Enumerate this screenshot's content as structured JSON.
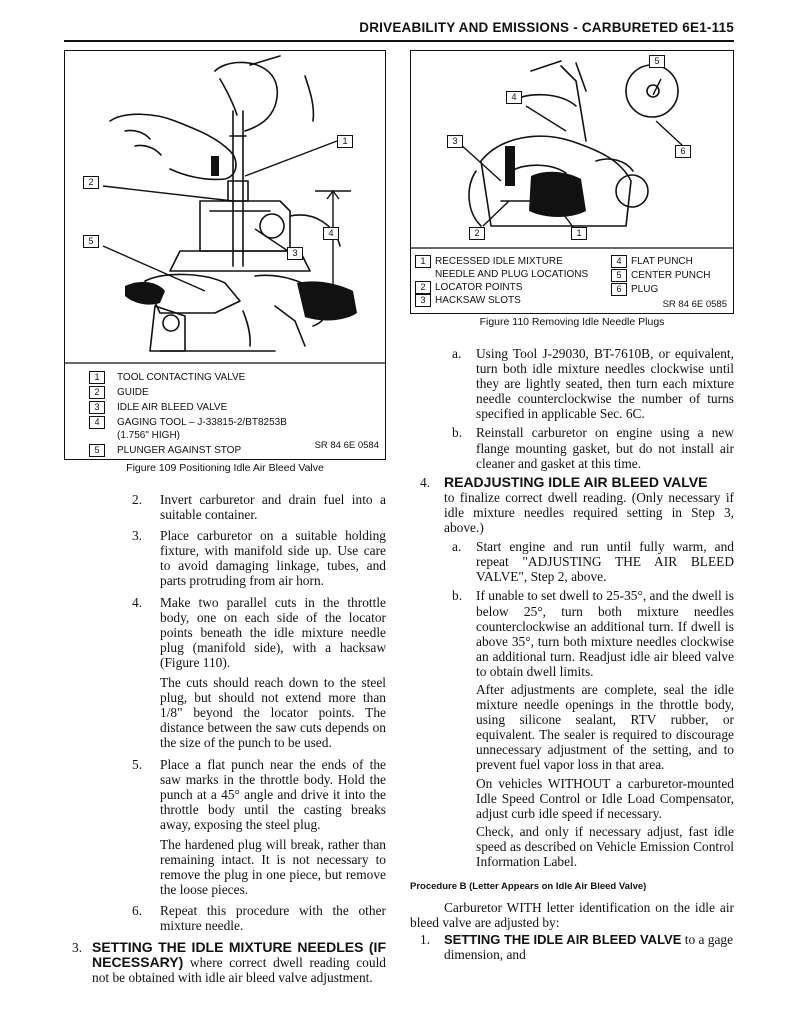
{
  "header": {
    "text": "DRIVEABILITY AND EMISSIONS - CARBURETED 6E1-115"
  },
  "figure109": {
    "caption": "Figure 109 Positioning Idle Air Bleed Valve",
    "ref": "SR 84 6E 0584",
    "callouts": [
      "1",
      "2",
      "3",
      "4",
      "5"
    ],
    "legend": [
      {
        "num": "1",
        "text": "TOOL CONTACTING VALVE"
      },
      {
        "num": "2",
        "text": "GUIDE"
      },
      {
        "num": "3",
        "text": "IDLE AIR BLEED VALVE"
      },
      {
        "num": "4",
        "text": "GAGING TOOL – J-33815-2/BT8253B",
        "text2": "(1.756\" HIGH)"
      },
      {
        "num": "5",
        "text": "PLUNGER AGAINST STOP"
      }
    ]
  },
  "figure110": {
    "caption": "Figure 110 Removing Idle Needle Plugs",
    "ref": "SR 84 6E 0585",
    "callouts": [
      "1",
      "2",
      "3",
      "4",
      "5",
      "6"
    ],
    "legend_left": [
      {
        "num": "1",
        "text": "RECESSED IDLE MIXTURE",
        "text2": "NEEDLE AND PLUG LOCATIONS"
      },
      {
        "num": "2",
        "text": "LOCATOR POINTS"
      },
      {
        "num": "3",
        "text": "HACKSAW SLOTS"
      }
    ],
    "legend_right": [
      {
        "num": "4",
        "text": "FLAT PUNCH"
      },
      {
        "num": "5",
        "text": "CENTER PUNCH"
      },
      {
        "num": "6",
        "text": "PLUG"
      }
    ]
  },
  "left": {
    "s2": {
      "num": "2.",
      "text": "Invert carburetor and drain fuel into a suitable container."
    },
    "s3": {
      "num": "3.",
      "text": "Place carburetor on a suitable holding fixture, with manifold side up. Use care to avoid damaging linkage, tubes, and parts protruding from air horn."
    },
    "s4": {
      "num": "4.",
      "text": "Make two parallel cuts in the throttle body, one on each side of the locator points beneath the idle mixture needle plug (manifold side), with a hacksaw (Figure 110)."
    },
    "s4b": "The cuts should reach down to the steel plug, but should not extend more than 1/8\" beyond the locator points. The distance between the saw cuts depends on the size of the punch to be used.",
    "s5": {
      "num": "5.",
      "text": "Place a flat punch near the ends of the saw marks in the throttle body. Hold the punch at a 45° angle and drive it into the throttle body until the casting breaks away, exposing the steel plug."
    },
    "s5b": "The hardened plug will break, rather than remaining intact. It is not necessary to remove the plug in one piece, but remove the loose pieces.",
    "s6": {
      "num": "6.",
      "text": "Repeat this procedure with the other mixture needle."
    },
    "m3": {
      "num": "3.",
      "heading": "SETTING THE IDLE MIXTURE NEEDLES (IF NECESSARY)",
      "text": " where correct dwell reading could not be obtained with idle air bleed valve adjustment."
    }
  },
  "right": {
    "a": {
      "num": "a.",
      "text": "Using Tool J-29030, BT-7610B, or equivalent, turn both idle mixture needles clockwise until they are lightly seated, then turn each mixture needle counterclockwise the number of turns specified in applicable Sec. 6C."
    },
    "b": {
      "num": "b.",
      "text": "Reinstall carburetor on engine using a new flange mounting gasket, but do not install air cleaner and gasket at this time."
    },
    "m4": {
      "num": "4.",
      "heading": "READJUSTING IDLE AIR BLEED VALVE",
      "text": "to finalize correct dwell reading. (Only necessary if idle mixture needles required setting in Step 3, above.)"
    },
    "a2": {
      "num": "a.",
      "text": "Start engine and run until fully warm, and repeat \"ADJUSTING THE AIR BLEED VALVE\", Step 2, above."
    },
    "b2": {
      "num": "b.",
      "text": "If unable to set dwell to 25-35°, and the dwell is below 25°, turn both mixture needles counterclockwise an additional turn. If dwell is above 35°, turn both mixture needles clockwise an additional turn. Readjust idle air bleed valve to obtain dwell limits."
    },
    "b2p1": "After adjustments are complete, seal the idle mixture needle openings in the throttle body, using silicone sealant, RTV rubber, or equivalent. The sealer is required to discourage unnecessary adjustment of the setting, and to prevent fuel vapor loss in that area.",
    "b2p2": "On vehicles WITHOUT a carburetor-mounted Idle Speed Control or Idle Load Compensator, adjust curb idle speed if necessary.",
    "b2p3": "Check, and only if necessary adjust, fast idle speed as described on Vehicle Emission Control Information Label.",
    "procedure": "Procedure B (Letter Appears on Idle Air Bleed Valve)",
    "procText": "Carburetor WITH letter identification on the idle air bleed valve are adjusted by:",
    "m1": {
      "num": "1.",
      "heading": "SETTING THE IDLE AIR BLEED VALVE",
      "text": " to a gage dimension, and"
    }
  }
}
